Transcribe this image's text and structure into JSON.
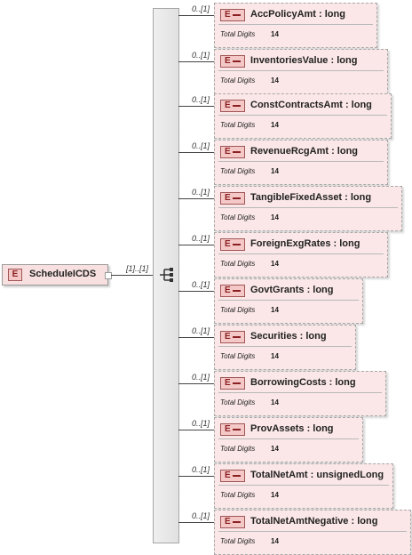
{
  "root": {
    "badge": "E",
    "name": "ScheduleICDS",
    "cardinality": "[1]..[1]"
  },
  "children": [
    {
      "cardinality": "0..[1]",
      "badge": "E",
      "name": "AccPolicyAmt : long",
      "facet_label": "Total Digits",
      "facet_value": "14"
    },
    {
      "cardinality": "0..[1]",
      "badge": "E",
      "name": "InventoriesValue : long",
      "facet_label": "Total Digits",
      "facet_value": "14"
    },
    {
      "cardinality": "0..[1]",
      "badge": "E",
      "name": "ConstContractsAmt : long",
      "facet_label": "Total Digits",
      "facet_value": "14"
    },
    {
      "cardinality": "0..[1]",
      "badge": "E",
      "name": "RevenueRcgAmt : long",
      "facet_label": "Total Digits",
      "facet_value": "14"
    },
    {
      "cardinality": "0..[1]",
      "badge": "E",
      "name": "TangibleFixedAsset : long",
      "facet_label": "Total Digits",
      "facet_value": "14"
    },
    {
      "cardinality": "0..[1]",
      "badge": "E",
      "name": "ForeignExgRates : long",
      "facet_label": "Total Digits",
      "facet_value": "14"
    },
    {
      "cardinality": "0..[1]",
      "badge": "E",
      "name": "GovtGrants : long",
      "facet_label": "Total Digits",
      "facet_value": "14"
    },
    {
      "cardinality": "0..[1]",
      "badge": "E",
      "name": "Securities : long",
      "facet_label": "Total Digits",
      "facet_value": "14"
    },
    {
      "cardinality": "0..[1]",
      "badge": "E",
      "name": "BorrowingCosts : long",
      "facet_label": "Total Digits",
      "facet_value": "14"
    },
    {
      "cardinality": "0..[1]",
      "badge": "E",
      "name": "ProvAssets : long",
      "facet_label": "Total Digits",
      "facet_value": "14"
    },
    {
      "cardinality": "0..[1]",
      "badge": "E",
      "name": "TotalNetAmt : unsignedLong",
      "facet_label": "Total Digits",
      "facet_value": "14"
    },
    {
      "cardinality": "0..[1]",
      "badge": "E",
      "name": "TotalNetAmtNegative : long",
      "facet_label": "Total Digits",
      "facet_value": "14"
    }
  ],
  "colors": {
    "element_fill": "#fbe7e7",
    "badge_fill": "#f5c8c8",
    "badge_text": "#8a2020",
    "connector": "#444444"
  }
}
